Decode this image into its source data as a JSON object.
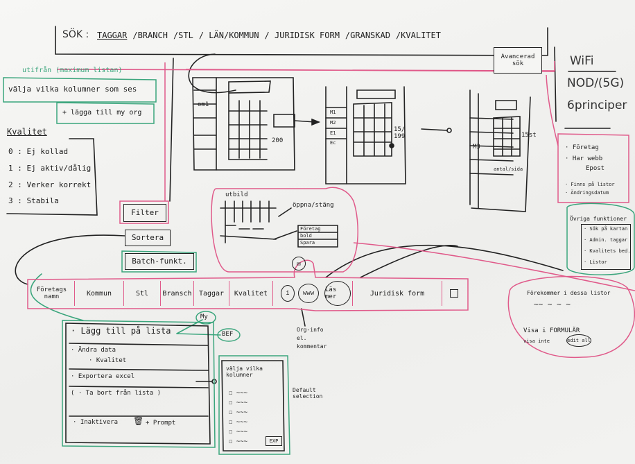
{
  "search_bar": {
    "label": "SÖK :",
    "filters": [
      "TAGGAR",
      "/BRANCH",
      "/STL",
      "/ LÄN/KOMMUN",
      "/ JURIDISK FORM",
      "/GRANSKAD",
      "/KVALITET"
    ],
    "advanced_search": "Avancerad sök"
  },
  "notes_right": {
    "line1": "WiFi",
    "line2": "NOD/(5G)",
    "line3": "6principer"
  },
  "columns_note": {
    "hint": "utifrån (maximum listan)",
    "choose_columns": "välja vilka kolumner som ses",
    "add_my_org": "+ lägga till my org"
  },
  "quality": {
    "title": "Kvalitet",
    "levels": [
      "0 : Ej kollad",
      "1 : Ej aktiv/dålig",
      "2 : Verker korrekt",
      "3 : Stabila"
    ]
  },
  "controls": {
    "filter": "Filter",
    "sort": "Sortera",
    "batch": "Batch-funkt."
  },
  "screens": {
    "screen1_label": "om1",
    "screen1_count": "200",
    "screen2_items": [
      "M1",
      "M2",
      "E1",
      "Ec"
    ],
    "screen2_paging": "15/ 199",
    "screen3_label": "M3",
    "screen3_count": "15st",
    "screen3_footer": "antal/sida"
  },
  "utbild": {
    "title": "utbild",
    "toggle": "öppna/stäng",
    "menu": [
      "Företag",
      "bold",
      "Spara"
    ]
  },
  "detail_panel": {
    "items": [
      "· Företag",
      "· Har webb",
      "Epost",
      "· Finns på listor",
      "· Ändringsdatum"
    ]
  },
  "other_functions": {
    "title": "Övriga funktioner",
    "items": [
      "· Sök på kartan",
      "· Admin. taggar",
      "· Kvalitets bed.",
      "· Listor"
    ]
  },
  "result_row": {
    "cells": [
      "Företags namn",
      "Kommun",
      "Stl",
      "Bransch",
      "Taggar",
      "Kvalitet"
    ],
    "info": "i",
    "www": "www",
    "read_more": "Läs mer",
    "legal_form": "Juridisk form",
    "org_info_note": "Org-info el. kommentar"
  },
  "lists_bubble": {
    "line1": "Förekommer i dessa listor",
    "line2": "Visa i FORMULÄR",
    "line3": "visa inte",
    "edit_all": "edit all"
  },
  "batch_menu": {
    "items": [
      "· Lägg till på lista",
      "· Ändra data",
      "· Kvalitet",
      "· Exportera excel",
      "( · Ta bort från lista )",
      "· Inaktivera",
      "+ Prompt"
    ],
    "my": "My",
    "bef": "BEF"
  },
  "column_chooser": {
    "title": "välja vilka kolumner",
    "default_note": "Default selection",
    "export": "EXP"
  },
  "colors": {
    "pink": "#e05a8a",
    "green": "#3aa57c",
    "ink": "#1d1d1d"
  }
}
